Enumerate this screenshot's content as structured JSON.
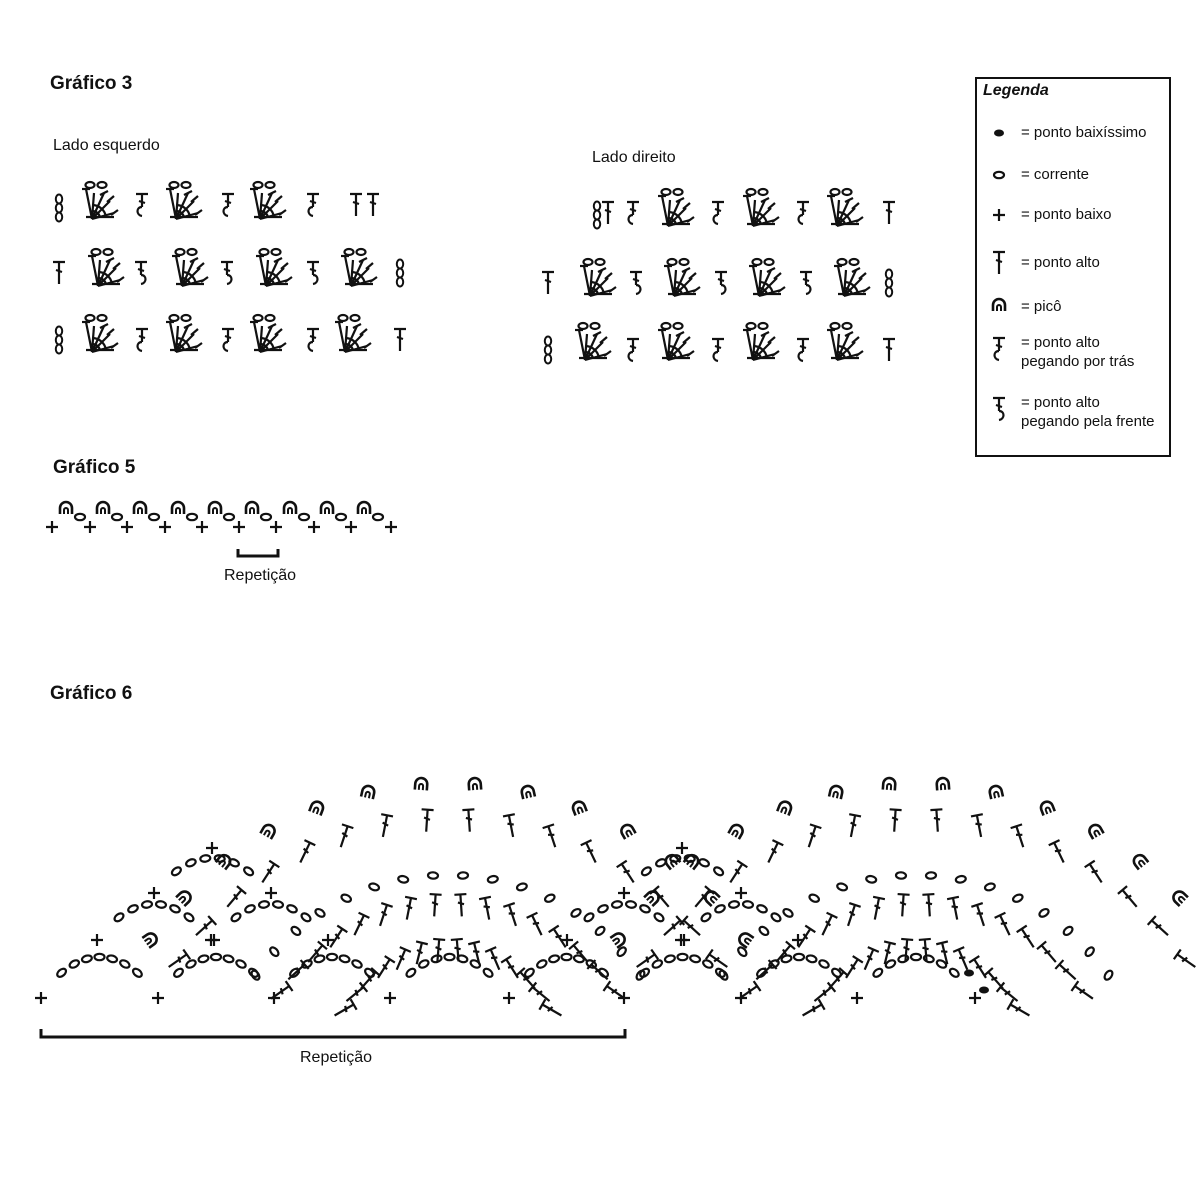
{
  "chart3": {
    "title": "Gráfico 3",
    "left_label": "Lado esquerdo",
    "right_label": "Lado direito"
  },
  "chart5": {
    "title": "Gráfico 5",
    "repeat_label": "Repetição"
  },
  "chart6": {
    "title": "Gráfico 6",
    "repeat_label": "Repetição"
  },
  "legend": {
    "title": "Legenda",
    "items": [
      {
        "icon": "slip-stitch-icon",
        "line1": "= ponto baixíssimo",
        "line2": ""
      },
      {
        "icon": "chain-icon",
        "line1": "= corrente",
        "line2": ""
      },
      {
        "icon": "single-crochet-icon",
        "line1": "= ponto baixo",
        "line2": ""
      },
      {
        "icon": "double-crochet-icon",
        "line1": "= ponto alto",
        "line2": ""
      },
      {
        "icon": "picot-icon",
        "line1": "= picô",
        "line2": ""
      },
      {
        "icon": "back-post-dc-icon",
        "line1": "= ponto alto",
        "line2": "pegando por trás"
      },
      {
        "icon": "front-post-dc-icon",
        "line1": "= ponto alto",
        "line2": "pegando pela frente"
      }
    ]
  },
  "colors": {
    "ink": "#111111",
    "background": "#ffffff"
  }
}
